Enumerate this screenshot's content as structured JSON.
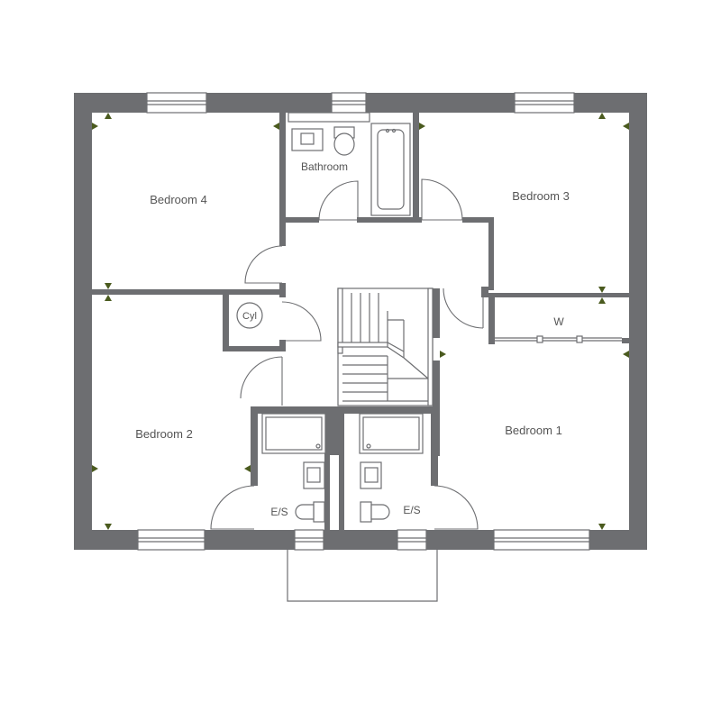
{
  "rooms": {
    "bedroom_4": "Bedroom 4",
    "bedroom_3": "Bedroom 3",
    "bedroom_2": "Bedroom 2",
    "bedroom_1": "Bedroom 1",
    "bathroom": "Bathroom",
    "cylinder": "Cyl",
    "wardrobe": "W",
    "ensuite_left": "E/S",
    "ensuite_right": "E/S"
  },
  "colors": {
    "wall": "#6d6e71",
    "arrow": "#4a5a1e",
    "text": "#555555"
  }
}
